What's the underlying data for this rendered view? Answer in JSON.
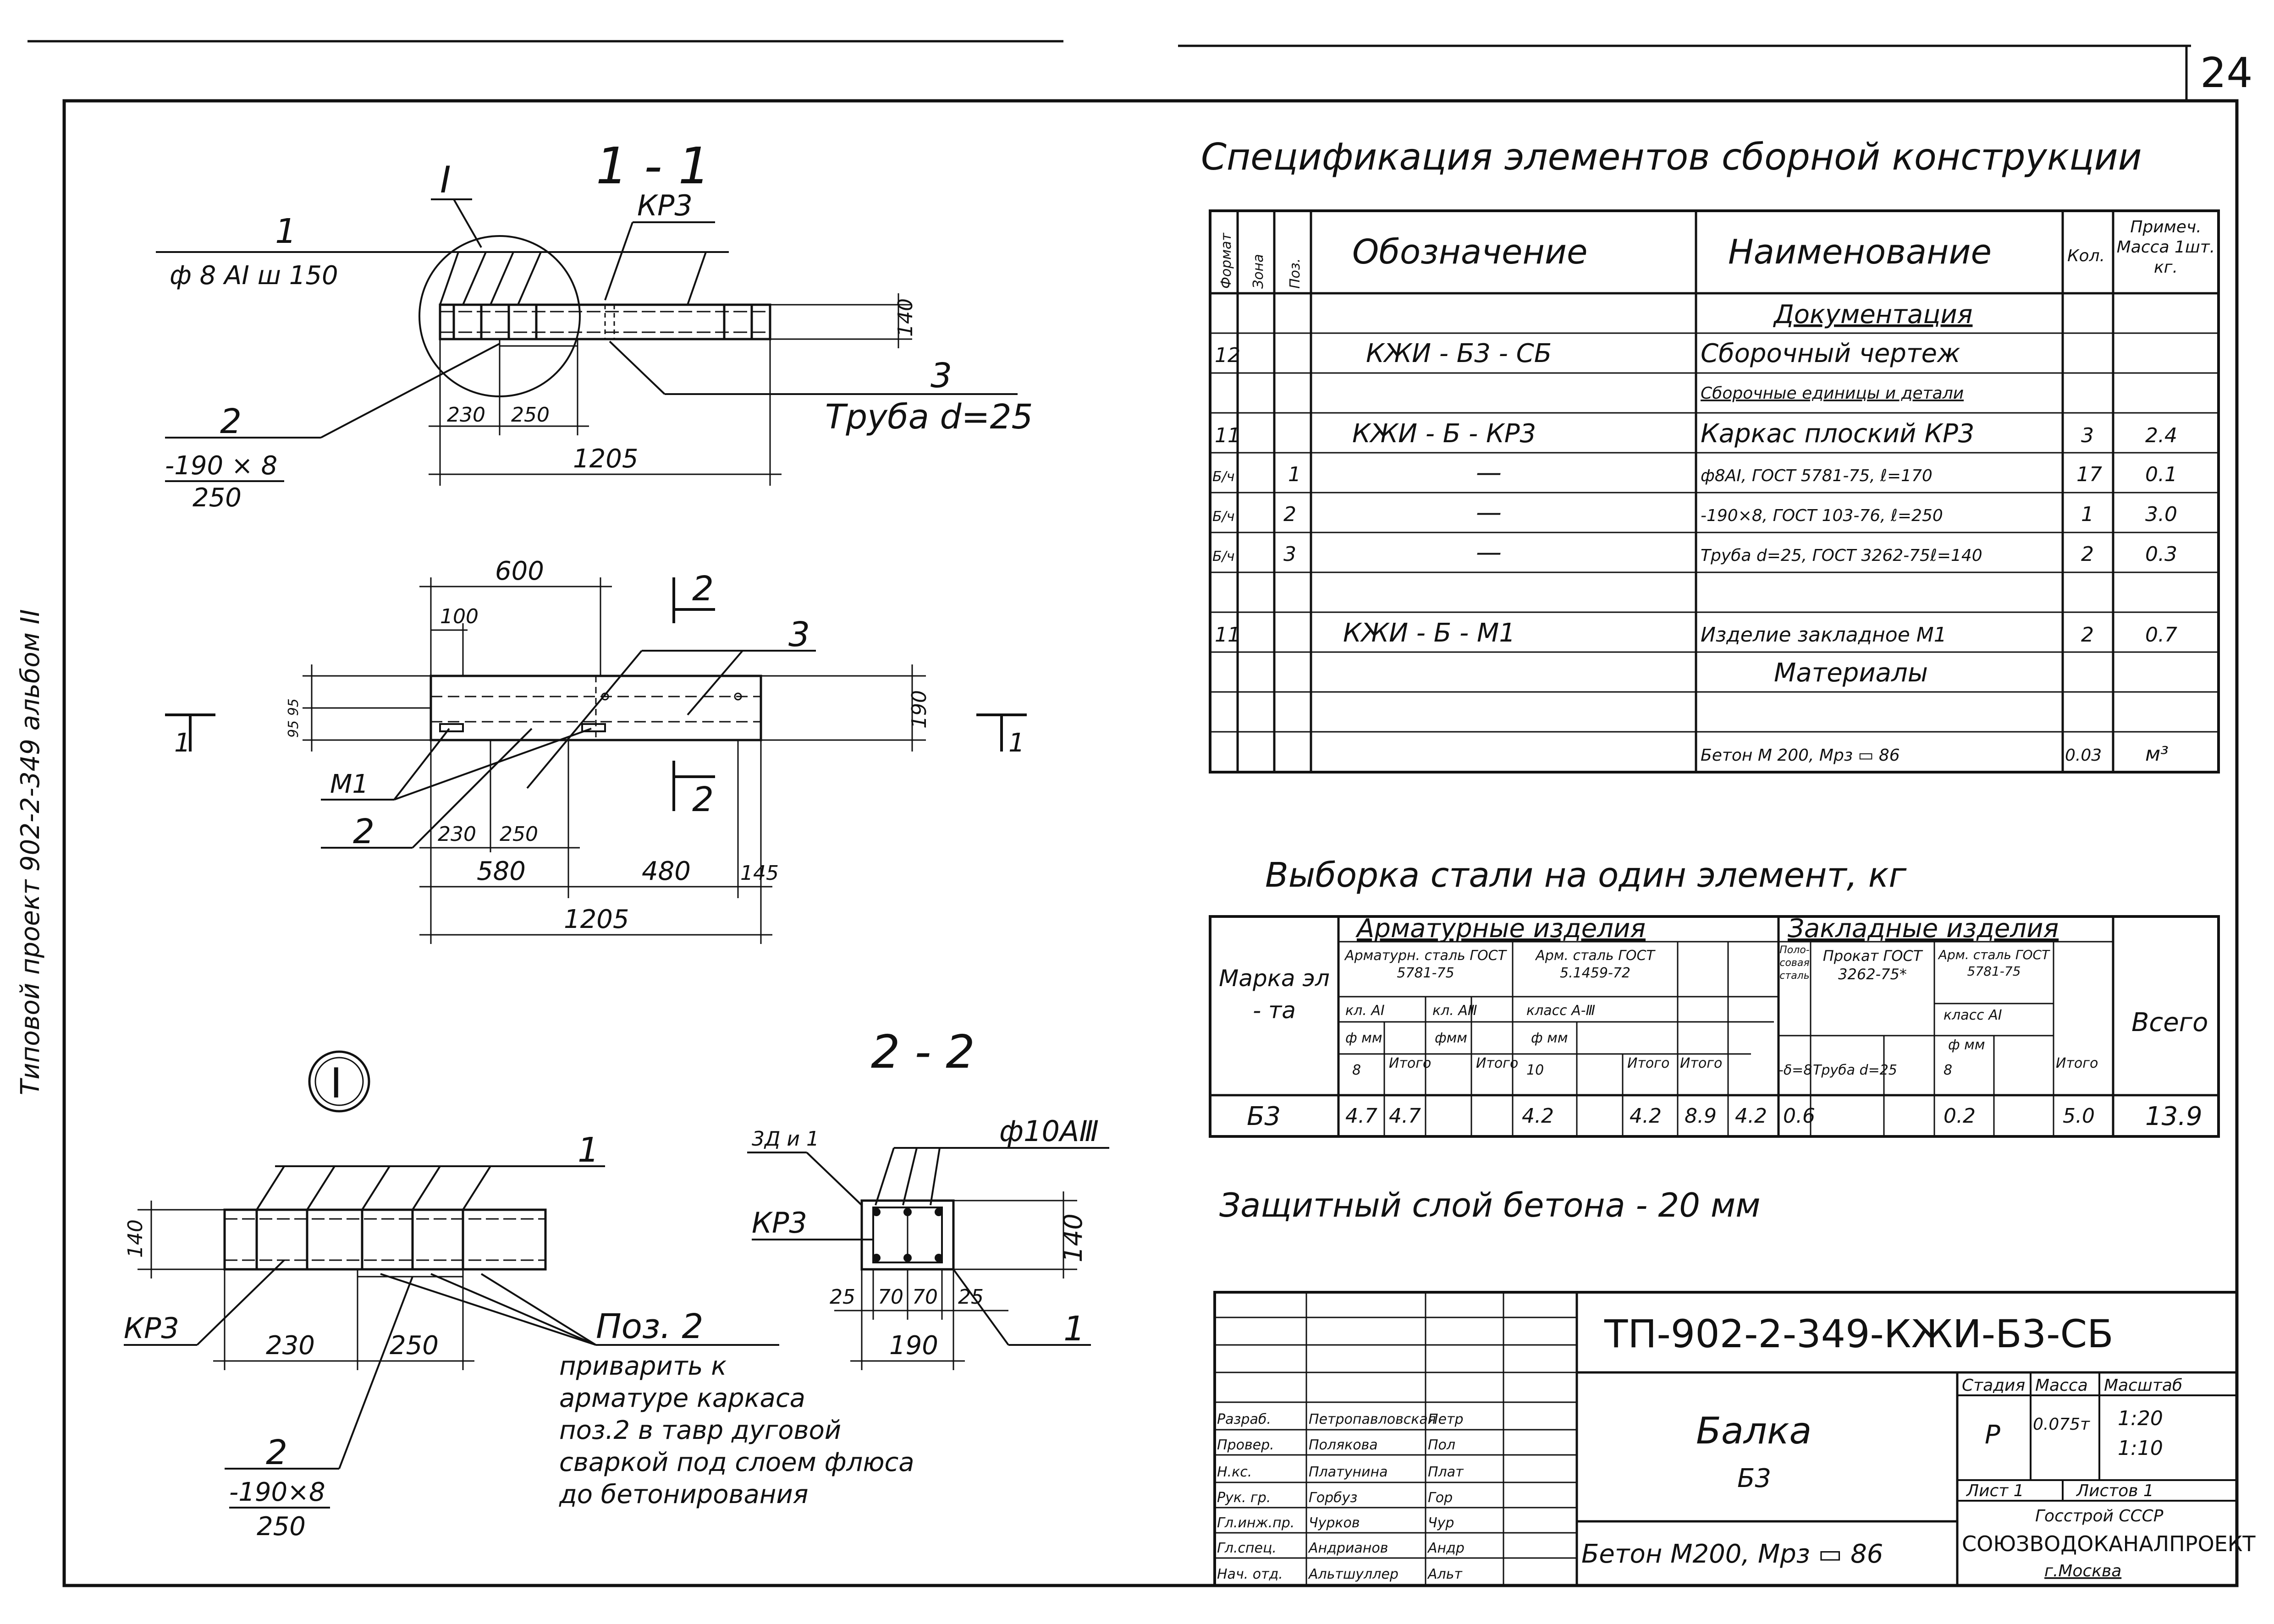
{
  "sheet_number": "24",
  "margin_text": "Типовой проект 902-2-349 альбом II",
  "drawings": {
    "section_1": {
      "title": "1 - 1",
      "node_mark": "I",
      "bar_pos": "1",
      "bar_spec": "ф 8 AI ш 150",
      "kr_label": "КР3",
      "plate_pos": "2",
      "plate_size": "-190 × 8",
      "plate_len": "250",
      "pipe_pos": "3",
      "pipe_label": "Труба d=25",
      "dim_230": "230",
      "dim_250": "250",
      "dim_1205": "1205",
      "dim_140": "140"
    },
    "plan": {
      "dim_600": "600",
      "dim_100": "100",
      "dim_95": "95 95",
      "dim_190": "190",
      "m1_label": "М1",
      "pos_2": "2",
      "pos_3": "3",
      "dim_230": "230",
      "dim_250": "250",
      "dim_580": "580",
      "dim_480": "480",
      "dim_145": "145",
      "dim_1205": "1205",
      "cut_1": "1",
      "cut_2": "2"
    },
    "node_I": {
      "mark": "I",
      "bar_pos": "1",
      "kr_label": "КР3",
      "dim_140": "140",
      "dim_230": "230",
      "dim_250": "250",
      "plate_pos": "2",
      "plate_size": "-190×8",
      "plate_len": "250",
      "note_title": "Поз. 2",
      "note_lines": [
        "приварить к",
        "арматуре каркаса",
        "поз.2 в тавр дуговой",
        "сваркой под слоем флюса",
        "до бетонирования"
      ]
    },
    "section_2": {
      "title": "2 - 2",
      "bar_label": "ф10АⅢ",
      "zd_label": "3Д и 1",
      "kr_label": "КР3",
      "dim_140": "140",
      "dims": [
        "25",
        "70",
        "70",
        "25"
      ],
      "dim_190": "190",
      "pos_1": "1"
    }
  },
  "spec_table": {
    "title": "Спецификация элементов сборной конструкции",
    "headers": [
      "Формат",
      "Зона",
      "Поз.",
      "Обозначение",
      "Наименование",
      "Кол.",
      "Примеч. Масса 1шт. кг."
    ],
    "rows": [
      {
        "fmt": "",
        "zone": "",
        "pos": "",
        "desig": "",
        "name": "Документация",
        "qty": "",
        "note": "",
        "center": true
      },
      {
        "fmt": "12",
        "zone": "",
        "pos": "",
        "desig": "КЖИ - Б3 - СБ",
        "name": "Сборочный чертеж",
        "qty": "",
        "note": ""
      },
      {
        "fmt": "",
        "zone": "",
        "pos": "",
        "desig": "",
        "name": "Сборочные единицы и детали",
        "qty": "",
        "note": "",
        "small": true
      },
      {
        "fmt": "11",
        "zone": "",
        "pos": "",
        "desig": "КЖИ - Б - КР3",
        "name": "Каркас плоский КР3",
        "qty": "3",
        "note": "2.4"
      },
      {
        "fmt": "Б/ч",
        "zone": "",
        "pos": "1",
        "desig": "—",
        "name": "ф8АI, ГОСТ 5781-75, ℓ=170",
        "qty": "17",
        "note": "0.1"
      },
      {
        "fmt": "Б/ч",
        "zone": "",
        "pos": "2",
        "desig": "—",
        "name": "-190×8, ГОСТ 103-76, ℓ=250",
        "qty": "1",
        "note": "3.0"
      },
      {
        "fmt": "Б/ч",
        "zone": "",
        "pos": "3",
        "desig": "—",
        "name": "Труба d=25, ГОСТ 3262-75ℓ=140",
        "qty": "2",
        "note": "0.3"
      },
      {
        "fmt": "",
        "zone": "",
        "pos": "",
        "desig": "",
        "name": "",
        "qty": "",
        "note": ""
      },
      {
        "fmt": "11",
        "zone": "",
        "pos": "",
        "desig": "КЖИ - Б - М1",
        "name": "Изделие закладное М1",
        "qty": "2",
        "note": "0.7"
      },
      {
        "fmt": "",
        "zone": "",
        "pos": "",
        "desig": "",
        "name": "Материалы",
        "qty": "",
        "note": "",
        "center": true
      },
      {
        "fmt": "",
        "zone": "",
        "pos": "",
        "desig": "",
        "name": "Бетон М 200, Мрз ▭ 86",
        "qty": "0.03",
        "note": "м³"
      }
    ]
  },
  "steel_table": {
    "title": "Выборка стали на один элемент, кг",
    "mark_header": "Марка эл - та",
    "group_armature": "Арматурные изделия",
    "group_embedded": "Закладные изделия",
    "total_header": "Всего",
    "steel_5781": "Арматурн. сталь ГОСТ 5781-75",
    "steel_14590": "Арм. сталь ГОСТ 5.1459-72",
    "class_ai": "кл. АI",
    "class_aiii": "кл. АⅢ",
    "class_aiii_2": "класс А-Ⅲ",
    "phi_mm": "ф мм",
    "phi_mm_short": "фмм",
    "d8": "8",
    "d10": "10",
    "total": "Итого",
    "rolled": "Прокат ГОСТ 3262-75*",
    "strip_steel": "Поло- совая сталь",
    "delta": "-δ=8",
    "pipe": "Труба d=25",
    "arm_steel_5781": "Арм. сталь ГОСТ 5781-75",
    "class_a1": "класс АI",
    "row": [
      "Б3",
      "4.7",
      "4.7",
      "",
      "",
      "4.2",
      "",
      "4.2",
      "8.9",
      "4.2",
      "0.6",
      "",
      "0.2",
      "",
      "5.0",
      "13.9"
    ]
  },
  "protective_layer": "Защитный слой бетона - 20 мм",
  "title_block": {
    "code": "ТП-902-2-349-КЖИ-Б3-СБ",
    "name_line1": "Балка",
    "name_line2": "Б3",
    "material": "Бетон М200, Мрз ▭ 86",
    "stage_label": "Стадия",
    "mass_label": "Масса",
    "scale_label": "Масштаб",
    "stage": "Р",
    "mass": "0.075т",
    "scale1": "1:20",
    "scale2": "1:10",
    "sheet_label": "Лист 1",
    "sheets_label": "Листов 1",
    "org1": "Госстрой СССР",
    "org2": "СОЮЗВОДОКАНАЛПРОЕКТ",
    "org3": "г.Москва",
    "staff": [
      {
        "role": "Разраб.",
        "name": "Петропавловская",
        "sign": "Петр"
      },
      {
        "role": "Провер.",
        "name": "Полякова",
        "sign": "Пол"
      },
      {
        "role": "Н.кс.",
        "name": "Платунина",
        "sign": "Плат"
      },
      {
        "role": "Рук. гр.",
        "name": "Горбуз",
        "sign": "Гор"
      },
      {
        "role": "Гл.инж.пр.",
        "name": "Чурков",
        "sign": "Чур"
      },
      {
        "role": "Гл.спец.",
        "name": "Андрианов",
        "sign": "Андр"
      },
      {
        "role": "Нач. отд.",
        "name": "Альтшуллер",
        "sign": "Альт"
      }
    ]
  }
}
